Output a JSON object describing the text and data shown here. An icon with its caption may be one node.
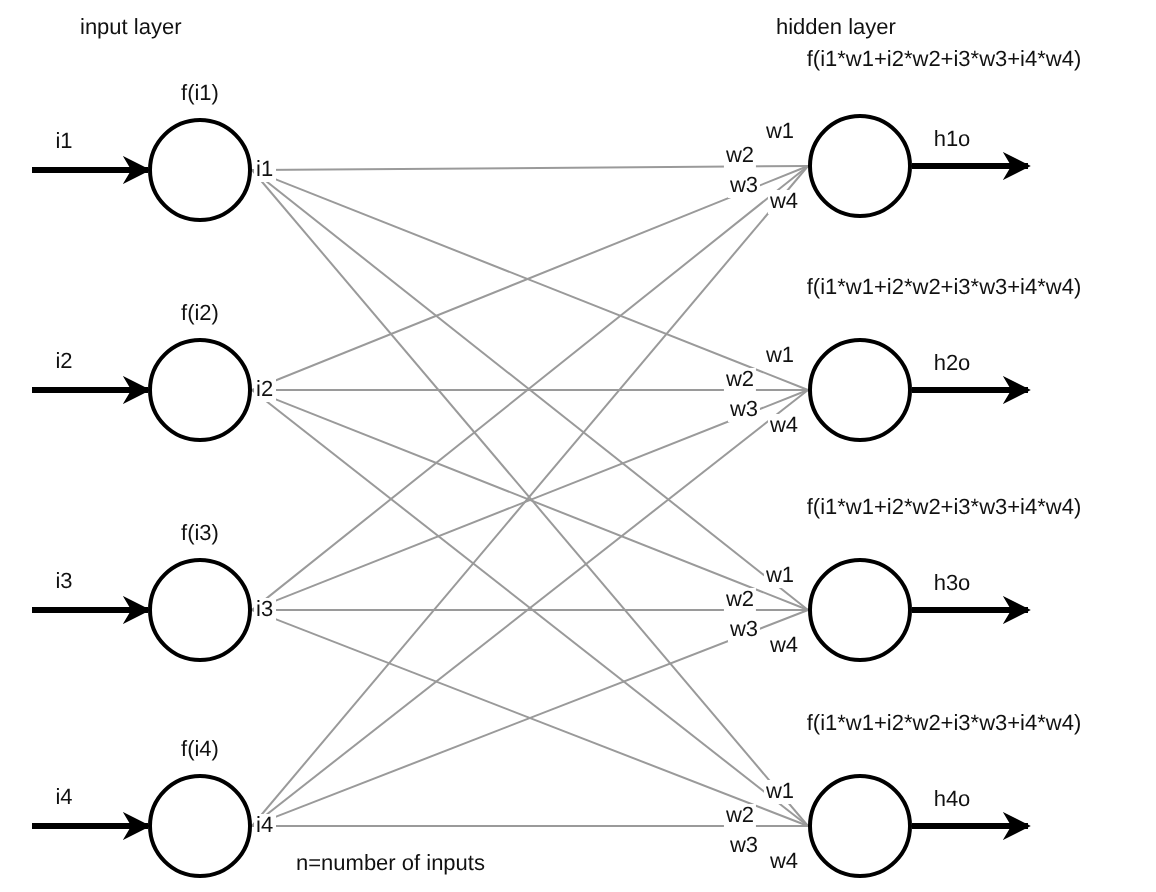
{
  "diagram": {
    "nodes": [
      {
        "text": [
          "f(i1)"
        ],
        "beside": [
          "i1"
        ]
      },
      {
        "text": [
          "f(i2)"
        ],
        "beside": [
          "i2"
        ]
      },
      {
        "text": [
          "f(i3)"
        ],
        "beside": [
          "i3"
        ]
      },
      {
        "text": [
          "f(i4)"
        ],
        "beside": [
          "i4"
        ]
      },
      {
        "text": [
          "f(i1*w1+i2*w2+i3*w3+i4*w4)"
        ]
      },
      {
        "text": [
          "f(i1*w1+i2*w2+i3*w3+i4*w4)"
        ]
      },
      {
        "text": [
          "f(i1*w1+i2*w2+i3*w3+i4*w4)"
        ]
      },
      {
        "text": [
          "f(i1*w1+i2*w2+i3*w3+i4*w4)"
        ]
      }
    ],
    "edges": [
      {
        "from": null,
        "to": 0,
        "arrow": "to",
        "label": "i1",
        "style": "thick",
        "color": "#000000"
      },
      {
        "from": null,
        "to": 1,
        "arrow": "to",
        "label": "i2",
        "style": "thick",
        "color": "#000000"
      },
      {
        "from": null,
        "to": 2,
        "arrow": "to",
        "label": "i3",
        "style": "thick",
        "color": "#000000"
      },
      {
        "from": null,
        "to": 3,
        "arrow": "to",
        "label": "i4",
        "style": "thick",
        "color": "#000000"
      },
      {
        "from": 0,
        "to": 4,
        "arrow": "none",
        "label": "w1"
      },
      {
        "from": 1,
        "to": 4,
        "arrow": "none",
        "label": "w2"
      },
      {
        "from": 2,
        "to": 4,
        "arrow": "none",
        "label": "w3"
      },
      {
        "from": 3,
        "to": 4,
        "arrow": "none",
        "label": "w4"
      },
      {
        "from": 0,
        "to": 5,
        "arrow": "none",
        "label": "w1"
      },
      {
        "from": 1,
        "to": 5,
        "arrow": "none",
        "label": "w2"
      },
      {
        "from": 2,
        "to": 5,
        "arrow": "none",
        "label": "w3"
      },
      {
        "from": 3,
        "to": 5,
        "arrow": "none",
        "label": "w4"
      },
      {
        "from": 0,
        "to": 6,
        "arrow": "none",
        "label": "w1"
      },
      {
        "from": 1,
        "to": 6,
        "arrow": "none",
        "label": "w2"
      },
      {
        "from": 2,
        "to": 6,
        "arrow": "none",
        "label": "w3"
      },
      {
        "from": 3,
        "to": 6,
        "arrow": "none",
        "label": "w4"
      },
      {
        "from": 0,
        "to": 7,
        "arrow": "none",
        "label": "w1"
      },
      {
        "from": 1,
        "to": 7,
        "arrow": "none",
        "label": "w2"
      },
      {
        "from": 2,
        "to": 7,
        "arrow": "none",
        "label": "w3"
      },
      {
        "from": 3,
        "to": 7,
        "arrow": "none",
        "label": "w4"
      },
      {
        "from": 4,
        "to": null,
        "arrow": "to",
        "label": "h1o",
        "style": "thick",
        "color": "#000000"
      },
      {
        "from": 5,
        "to": null,
        "arrow": "to",
        "label": "h2o",
        "style": "thick",
        "color": "#000000"
      },
      {
        "from": 6,
        "to": null,
        "arrow": "to",
        "label": "h3o",
        "style": "thick",
        "color": "#000000"
      },
      {
        "from": 7,
        "to": null,
        "arrow": "to",
        "label": "h4o",
        "style": "thick",
        "color": "#000000"
      }
    ],
    "labels": [
      "input layer",
      "hidden layer",
      "n=number of inputs"
    ]
  }
}
